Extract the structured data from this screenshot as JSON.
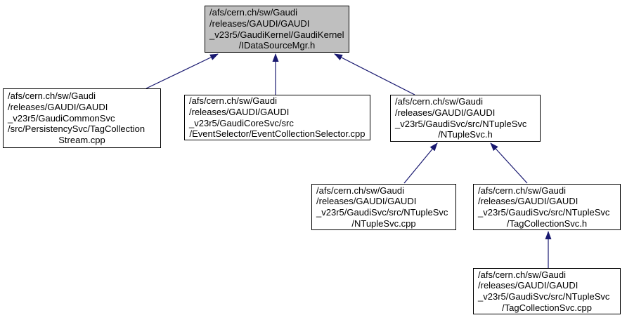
{
  "diagram": {
    "kind": "include-dependency-graph",
    "colors": {
      "edge": "#191970",
      "current_node_fill": "#BFBFBF",
      "node_fill": "#ffffff",
      "node_border": "#000000",
      "background": "#ffffff"
    }
  },
  "nodes": {
    "idatasourcemgr_h": {
      "current": true,
      "lines": {
        "0": "/afs/cern.ch/sw/Gaudi",
        "1": "/releases/GAUDI/GAUDI",
        "2": "_v23r5/GaudiKernel/GaudiKernel",
        "3": "/IDataSourceMgr.h"
      }
    },
    "tagcollectionstream_cpp": {
      "current": false,
      "lines": {
        "0": "/afs/cern.ch/sw/Gaudi",
        "1": "/releases/GAUDI/GAUDI",
        "2": "_v23r5/GaudiCommonSvc",
        "3": "/src/PersistencySvc/TagCollection",
        "4": "Stream.cpp"
      }
    },
    "eventcollectionselector_cpp": {
      "current": false,
      "lines": {
        "0": "/afs/cern.ch/sw/Gaudi",
        "1": "/releases/GAUDI/GAUDI",
        "2": "_v23r5/GaudiCoreSvc/src",
        "3": "/EventSelector/EventCollectionSelector.cpp"
      }
    },
    "ntuplesvc_h": {
      "current": false,
      "lines": {
        "0": "/afs/cern.ch/sw/Gaudi",
        "1": "/releases/GAUDI/GAUDI",
        "2": "_v23r5/GaudiSvc/src/NTupleSvc",
        "3": "/NTupleSvc.h"
      }
    },
    "ntuplesvc_cpp": {
      "current": false,
      "lines": {
        "0": "/afs/cern.ch/sw/Gaudi",
        "1": "/releases/GAUDI/GAUDI",
        "2": "_v23r5/GaudiSvc/src/NTupleSvc",
        "3": "/NTupleSvc.cpp"
      }
    },
    "tagcollectionsvc_h": {
      "current": false,
      "lines": {
        "0": "/afs/cern.ch/sw/Gaudi",
        "1": "/releases/GAUDI/GAUDI",
        "2": "_v23r5/GaudiSvc/src/NTupleSvc",
        "3": "/TagCollectionSvc.h"
      }
    },
    "tagcollectionsvc_cpp": {
      "current": false,
      "lines": {
        "0": "/afs/cern.ch/sw/Gaudi",
        "1": "/releases/GAUDI/GAUDI",
        "2": "_v23r5/GaudiSvc/src/NTupleSvc",
        "3": "/TagCollectionSvc.cpp"
      }
    }
  },
  "edges": [
    {
      "from": "tagcollectionstream_cpp",
      "to": "idatasourcemgr_h"
    },
    {
      "from": "eventcollectionselector_cpp",
      "to": "idatasourcemgr_h"
    },
    {
      "from": "ntuplesvc_h",
      "to": "idatasourcemgr_h"
    },
    {
      "from": "ntuplesvc_cpp",
      "to": "ntuplesvc_h"
    },
    {
      "from": "tagcollectionsvc_h",
      "to": "ntuplesvc_h"
    },
    {
      "from": "tagcollectionsvc_cpp",
      "to": "tagcollectionsvc_h"
    }
  ]
}
